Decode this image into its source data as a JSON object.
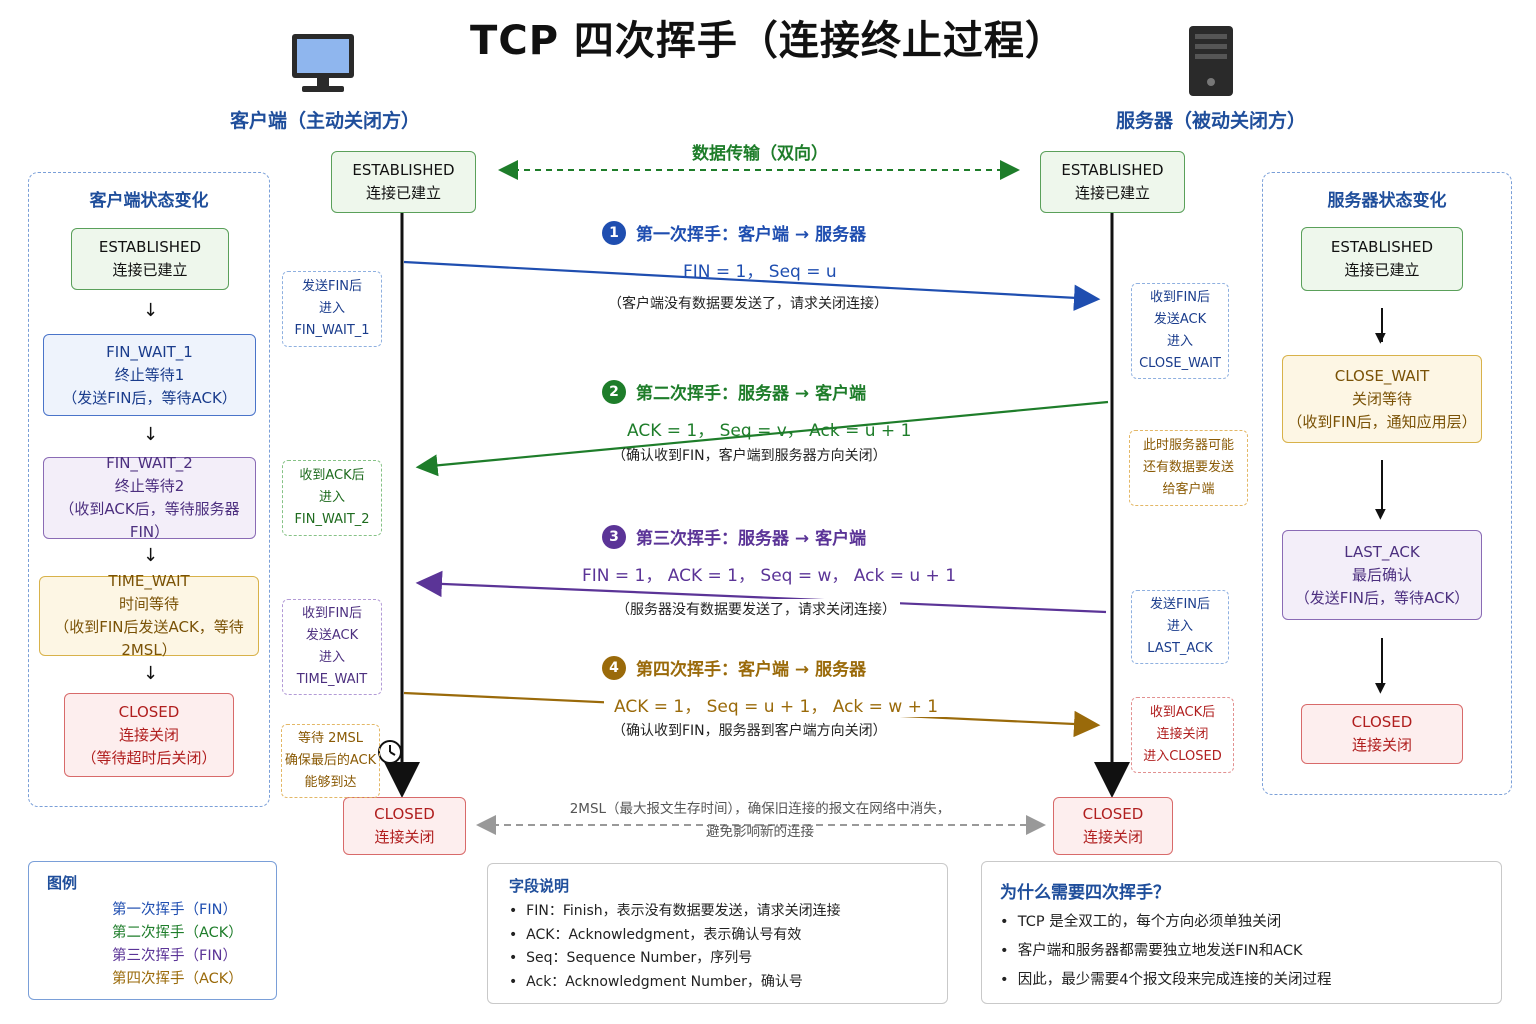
{
  "title": "TCP 四次挥手（连接终止过程）",
  "client_label": "客户端（主动关闭方）",
  "server_label": "服务器（被动关闭方）",
  "data_transfer": "数据传输（双向）",
  "timeline": {
    "client_established": [
      "ESTABLISHED",
      "连接已建立"
    ],
    "server_established": [
      "ESTABLISHED",
      "连接已建立"
    ],
    "client_closed": [
      "CLOSED",
      "连接关闭"
    ],
    "server_closed": [
      "CLOSED",
      "连接关闭"
    ],
    "msl_note": [
      "2MSL（最大报文生存时间），确保旧连接的报文在网络中消失，",
      "避免影响新的连接"
    ]
  },
  "client_panel": {
    "title": "客户端状态变化",
    "states": [
      {
        "lines": [
          "ESTABLISHED",
          "连接已建立"
        ],
        "color": "green"
      },
      {
        "lines": [
          "FIN_WAIT_1",
          "终止等待1",
          "（发送FIN后，等待ACK）"
        ],
        "color": "blue"
      },
      {
        "lines": [
          "FIN_WAIT_2",
          "终止等待2",
          "（收到ACK后，等待服务器FIN）"
        ],
        "color": "purple"
      },
      {
        "lines": [
          "TIME_WAIT",
          "时间等待",
          "（收到FIN后发送ACK，等待2MSL）"
        ],
        "color": "yellow"
      },
      {
        "lines": [
          "CLOSED",
          "连接关闭",
          "（等待超时后关闭）"
        ],
        "color": "red"
      }
    ]
  },
  "server_panel": {
    "title": "服务器状态变化",
    "states": [
      {
        "lines": [
          "ESTABLISHED",
          "连接已建立"
        ],
        "color": "green"
      },
      {
        "lines": [
          "CLOSE_WAIT",
          "关闭等待",
          "（收到FIN后，通知应用层）"
        ],
        "color": "yellow"
      },
      {
        "lines": [
          "LAST_ACK",
          "最后确认",
          "（发送FIN后，等待ACK）"
        ],
        "color": "purple"
      },
      {
        "lines": [
          "CLOSED",
          "连接关闭"
        ],
        "color": "red"
      }
    ]
  },
  "left_notes": [
    [
      "发送FIN后",
      "进入",
      "FIN_WAIT_1"
    ],
    [
      "收到ACK后",
      "进入",
      "FIN_WAIT_2"
    ],
    [
      "收到FIN后",
      "发送ACK",
      "进入",
      "TIME_WAIT"
    ],
    [
      "等待 2MSL",
      "确保最后的ACK",
      "能够到达"
    ]
  ],
  "right_notes": [
    [
      "收到FIN后",
      "发送ACK",
      "进入",
      "CLOSE_WAIT"
    ],
    [
      "此时服务器可能",
      "还有数据要发送",
      "给客户端"
    ],
    [
      "发送FIN后",
      "进入",
      "LAST_ACK"
    ],
    [
      "收到ACK后",
      "连接关闭",
      "进入CLOSED"
    ]
  ],
  "steps": [
    {
      "num": "1",
      "title": "第一次挥手：客户端 → 服务器",
      "fields": "FIN = 1，  Seq = u",
      "desc": "（客户端没有数据要发送了，请求关闭连接）",
      "color": "#1f4eb0"
    },
    {
      "num": "2",
      "title": "第二次挥手：服务器 → 客户端",
      "fields": "ACK = 1，  Seq = v，  Ack = u + 1",
      "desc": "（确认收到FIN，客户端到服务器方向关闭）",
      "color": "#1e7d2a"
    },
    {
      "num": "3",
      "title": "第三次挥手：服务器 → 客户端",
      "fields": "FIN = 1，  ACK = 1，  Seq = w，  Ack = u + 1",
      "desc": "（服务器没有数据要发送了，请求关闭连接）",
      "color": "#5b3497"
    },
    {
      "num": "4",
      "title": "第四次挥手：客户端 → 服务器",
      "fields": "ACK = 1，  Seq = u + 1，  Ack = w + 1",
      "desc": "（确认收到FIN，服务器到客户端方向关闭）",
      "color": "#9a6a0a"
    }
  ],
  "legend": {
    "title": "图例",
    "items": [
      {
        "label": "第一次挥手（FIN）",
        "color": "#1f4eb0"
      },
      {
        "label": "第二次挥手（ACK）",
        "color": "#1e7d2a"
      },
      {
        "label": "第三次挥手（FIN）",
        "color": "#5b3497"
      },
      {
        "label": "第四次挥手（ACK）",
        "color": "#9a6a0a"
      }
    ]
  },
  "fields_box": {
    "title": "字段说明",
    "items": [
      "FIN：Finish，表示没有数据要发送，请求关闭连接",
      "ACK：Acknowledgment，表示确认号有效",
      "Seq：Sequence Number，序列号",
      "Ack：Acknowledgment Number，确认号"
    ]
  },
  "why_box": {
    "title": "为什么需要四次挥手？",
    "items": [
      "TCP 是全双工的，每个方向必须单独关闭",
      "客户端和服务器都需要独立地发送FIN和ACK",
      "因此，最少需要4个报文段来完成连接的关闭过程"
    ]
  }
}
